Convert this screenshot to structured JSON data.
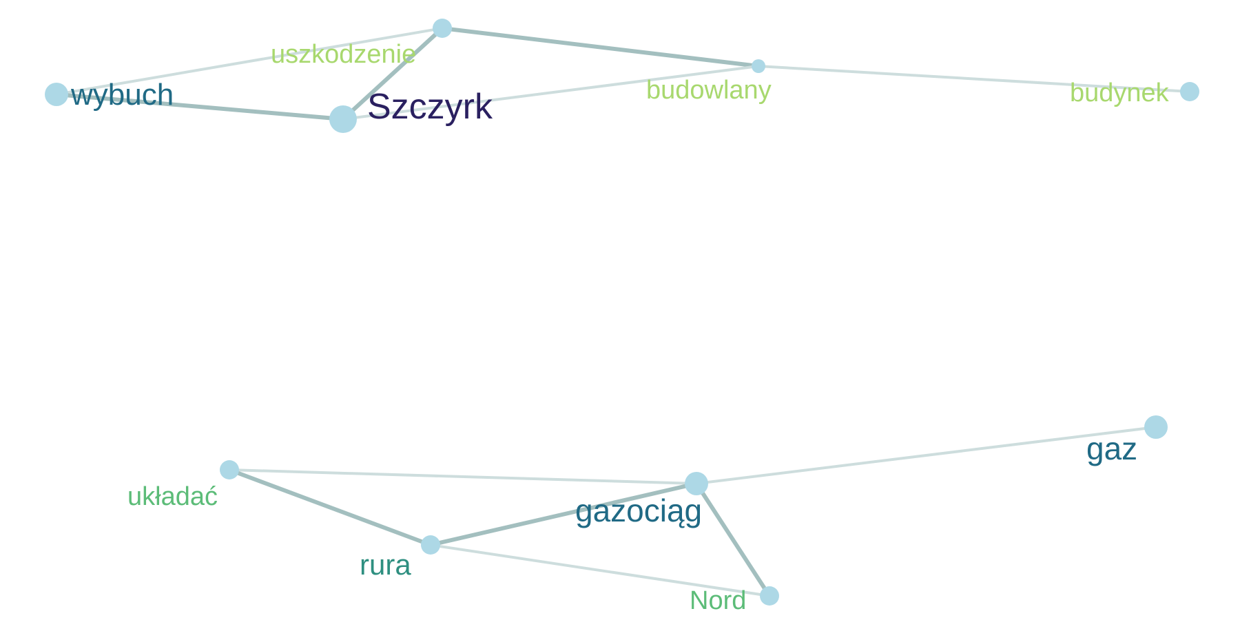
{
  "colors": {
    "background": "#ffffff",
    "node_fill": "#add8e6",
    "edge_strong": "#a3bfbf",
    "edge_weak": "#cddddd"
  },
  "nodes": [
    {
      "id": "wybuch",
      "label": "wybuch",
      "color": "#206a85",
      "size": "large"
    },
    {
      "id": "szczyrk",
      "label": "Szczyrk",
      "color": "#2a2060",
      "size": "xlarge"
    },
    {
      "id": "uszkodzenie",
      "label": "uszkodzenie",
      "color": "#a8d86e",
      "size": "medium"
    },
    {
      "id": "budowlany",
      "label": "budowlany",
      "color": "#a8d86e",
      "size": "small"
    },
    {
      "id": "budynek",
      "label": "budynek",
      "color": "#a8d86e",
      "size": "medium"
    },
    {
      "id": "ukladac",
      "label": "układać",
      "color": "#5cbc78",
      "size": "medium"
    },
    {
      "id": "gazociag",
      "label": "gazociąg",
      "color": "#206a85",
      "size": "large"
    },
    {
      "id": "gaz",
      "label": "gaz",
      "color": "#206a85",
      "size": "large"
    },
    {
      "id": "rura",
      "label": "rura",
      "color": "#2e8f80",
      "size": "medium"
    },
    {
      "id": "nord",
      "label": "Nord",
      "color": "#5cbc78",
      "size": "medium"
    }
  ],
  "edges": [
    {
      "source": "wybuch",
      "target": "uszkodzenie",
      "strength": "weak"
    },
    {
      "source": "wybuch",
      "target": "szczyrk",
      "strength": "strong"
    },
    {
      "source": "szczyrk",
      "target": "uszkodzenie",
      "strength": "strong"
    },
    {
      "source": "uszkodzenie",
      "target": "budowlany",
      "strength": "strong"
    },
    {
      "source": "szczyrk",
      "target": "budowlany",
      "strength": "weak"
    },
    {
      "source": "budowlany",
      "target": "budynek",
      "strength": "weak"
    },
    {
      "source": "ukladac",
      "target": "gazociag",
      "strength": "weak"
    },
    {
      "source": "ukladac",
      "target": "rura",
      "strength": "strong"
    },
    {
      "source": "rura",
      "target": "gazociag",
      "strength": "strong"
    },
    {
      "source": "rura",
      "target": "nord",
      "strength": "weak"
    },
    {
      "source": "gazociag",
      "target": "nord",
      "strength": "strong"
    },
    {
      "source": "gazociag",
      "target": "gaz",
      "strength": "weak"
    }
  ]
}
